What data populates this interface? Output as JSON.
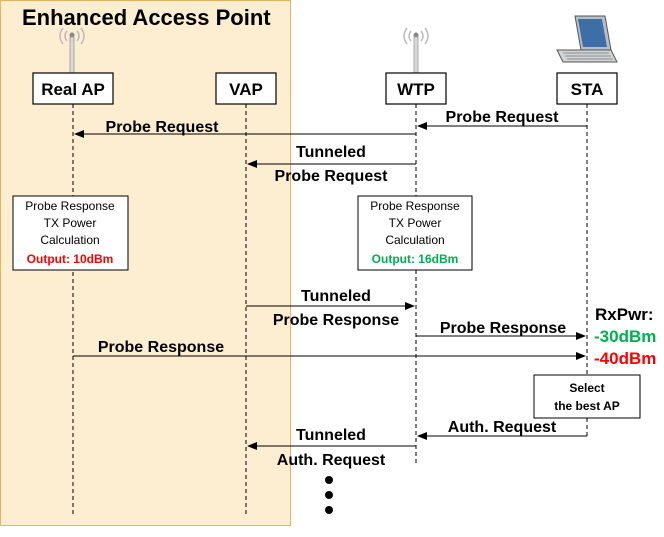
{
  "region": {
    "title": "Enhanced Access Point",
    "fill": "#fdeed1",
    "border": "#e6b460"
  },
  "entities": [
    {
      "id": "real_ap",
      "label": "Real AP",
      "icon": "antenna-icon"
    },
    {
      "id": "vap",
      "label": "VAP",
      "icon": null
    },
    {
      "id": "wtp",
      "label": "WTP",
      "icon": "antenna-icon"
    },
    {
      "id": "sta",
      "label": "STA",
      "icon": "laptop-icon"
    }
  ],
  "messages": [
    {
      "from": "sta",
      "to": "wtp",
      "label": "Probe Request"
    },
    {
      "from": "wtp",
      "to": "real_ap",
      "label": "Probe Request"
    },
    {
      "from": "wtp",
      "to": "vap",
      "label": "Tunneled",
      "label2": "Probe Request"
    },
    {
      "from": "vap",
      "to": "wtp",
      "label": "Tunneled",
      "label2": "Probe Response"
    },
    {
      "from": "wtp",
      "to": "sta",
      "label": "Probe Response"
    },
    {
      "from": "real_ap",
      "to": "sta",
      "label": "Probe Response"
    },
    {
      "from": "sta",
      "to": "wtp",
      "label": "Auth. Request"
    },
    {
      "from": "wtp",
      "to": "vap",
      "label": "Tunneled",
      "label2": "Auth. Request"
    }
  ],
  "notes": [
    {
      "id": "realap_calc",
      "lines": [
        "Probe Response",
        "TX Power",
        "Calculation"
      ],
      "output": "Output: 10dBm",
      "output_color": "#ff0000"
    },
    {
      "id": "wtp_calc",
      "lines": [
        "Probe Response",
        "TX Power",
        "Calculation"
      ],
      "output": "Output: 16dBm",
      "output_color": "#00b050"
    },
    {
      "id": "sta_select",
      "lines": [
        "Select",
        "the best AP"
      ]
    }
  ],
  "rxpwr": {
    "label": "RxPwr:",
    "values": [
      {
        "text": "-30dBm",
        "color": "#00b050"
      },
      {
        "text": "-40dBm",
        "color": "#ff0000"
      }
    ]
  },
  "continuation": "dots"
}
